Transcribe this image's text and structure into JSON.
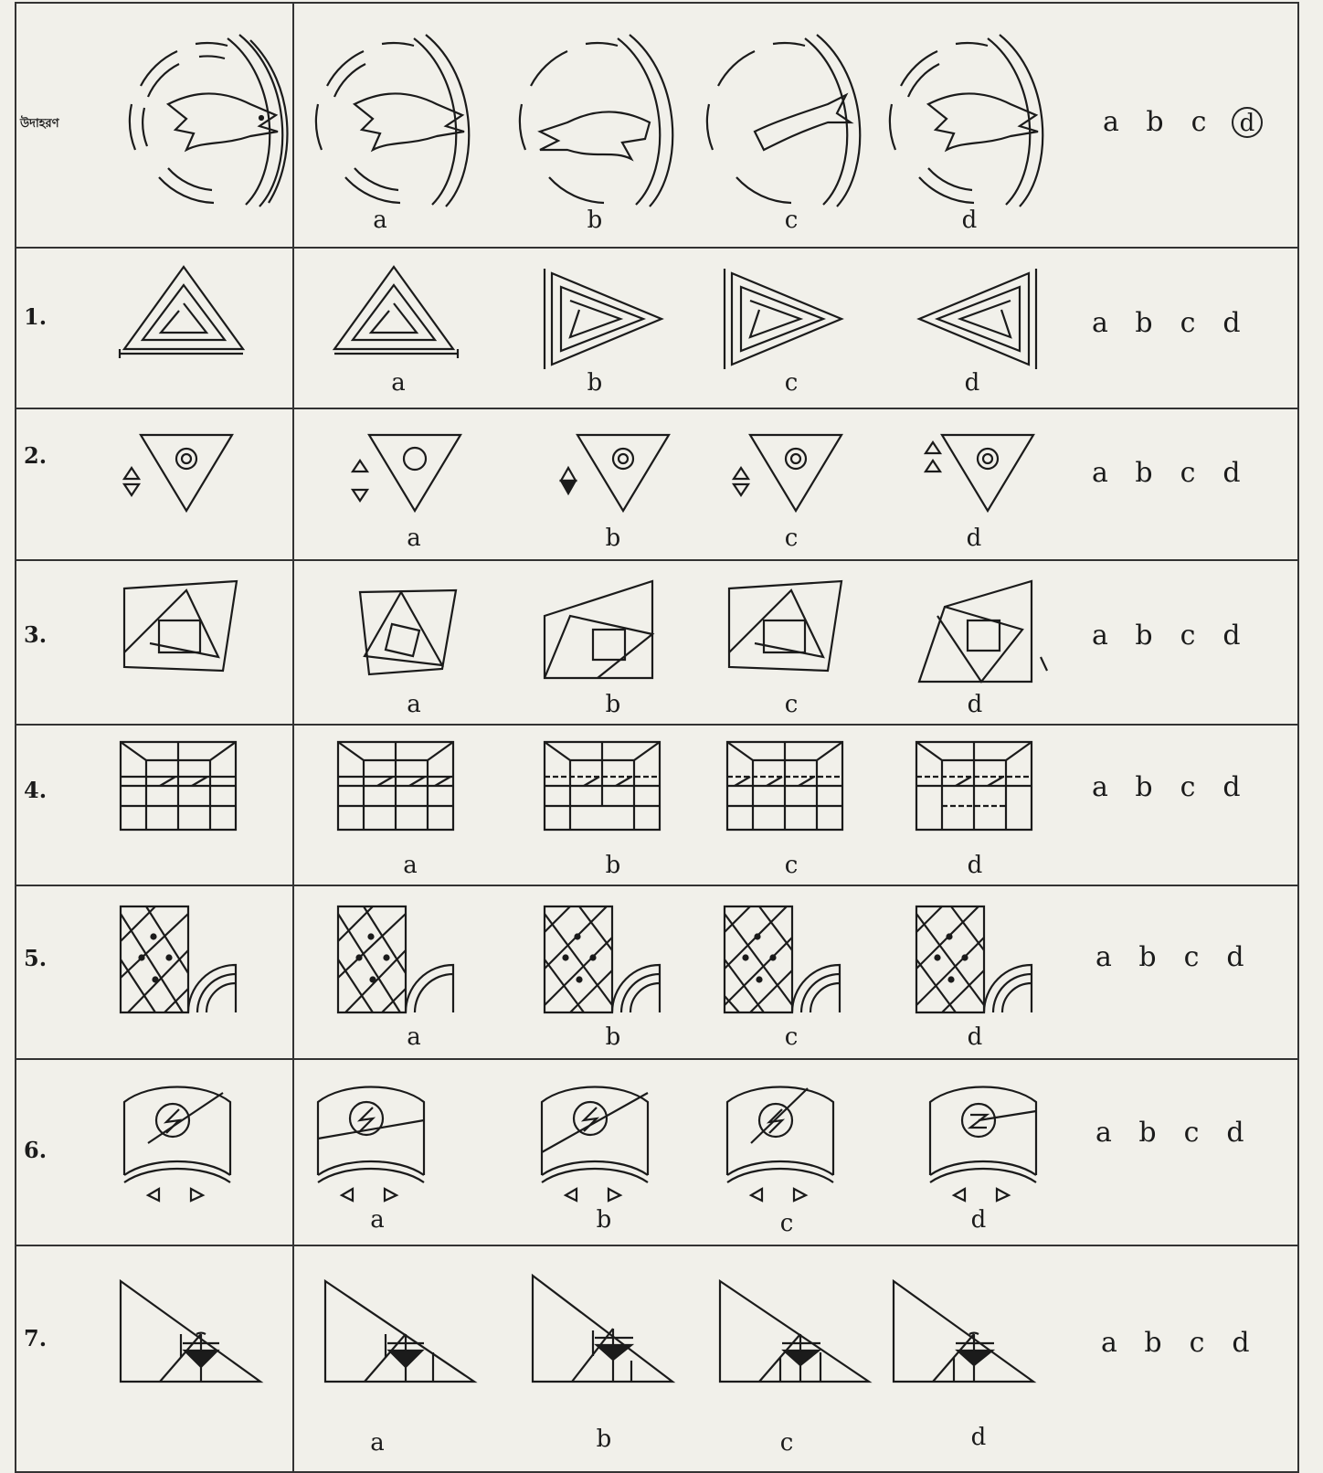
{
  "example_label": "উদাহরণ",
  "rows": [
    {
      "number": "উদাহরণ",
      "labels": [
        "a",
        "b",
        "c",
        "d"
      ],
      "answers": [
        "a",
        "b",
        "c",
        "d"
      ],
      "marked": "d"
    },
    {
      "number": "1.",
      "labels": [
        "a",
        "b",
        "c",
        "d"
      ],
      "answers": [
        "a",
        "b",
        "c",
        "d"
      ],
      "marked": ""
    },
    {
      "number": "2.",
      "labels": [
        "a",
        "b",
        "c",
        "d"
      ],
      "answers": [
        "a",
        "b",
        "c",
        "d"
      ],
      "marked": ""
    },
    {
      "number": "3.",
      "labels": [
        "a",
        "b",
        "c",
        "d"
      ],
      "answers": [
        "a",
        "b",
        "c",
        "d"
      ],
      "marked": ""
    },
    {
      "number": "4.",
      "labels": [
        "a",
        "b",
        "c",
        "d"
      ],
      "answers": [
        "a",
        "b",
        "c",
        "d"
      ],
      "marked": ""
    },
    {
      "number": "5.",
      "labels": [
        "a",
        "b",
        "c",
        "d"
      ],
      "answers": [
        "a",
        "b",
        "c",
        "d"
      ],
      "marked": ""
    },
    {
      "number": "6.",
      "labels": [
        "a",
        "b",
        "c",
        "d"
      ],
      "answers": [
        "a",
        "b",
        "c",
        "d"
      ],
      "marked": ""
    },
    {
      "number": "7.",
      "labels": [
        "a",
        "b",
        "c",
        "d"
      ],
      "answers": [
        "a",
        "b",
        "c",
        "d"
      ],
      "marked": ""
    }
  ],
  "icons": [
    "fish-ring",
    "spiral-triangle",
    "inverted-triangle-rings",
    "nested-quadrilateral",
    "grid-box",
    "diamond-lattice",
    "lightning-arch",
    "right-triangle-cup"
  ]
}
